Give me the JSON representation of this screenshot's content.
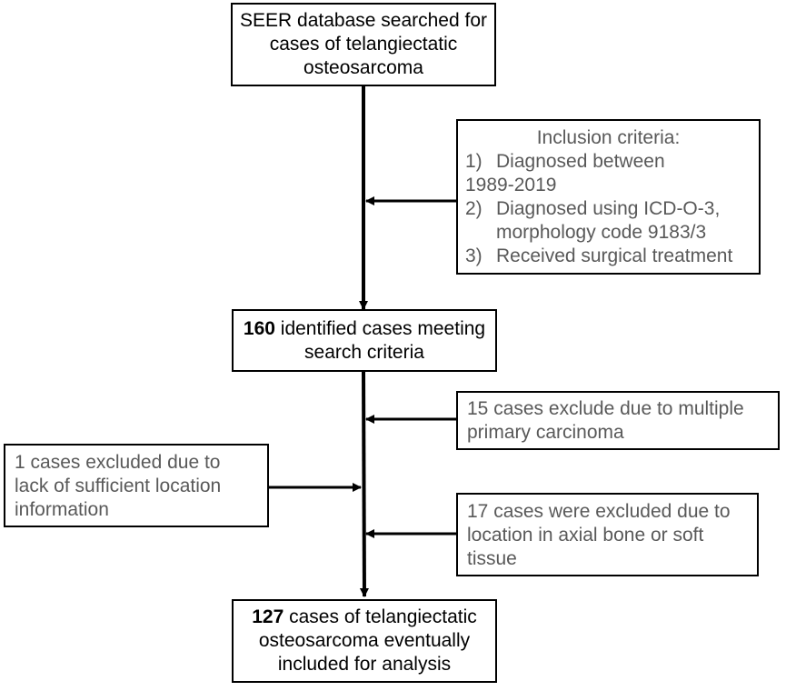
{
  "boxes": {
    "start": {
      "lines": [
        "SEER database searched for",
        "cases of telangiectatic",
        "osteosarcoma"
      ]
    },
    "inclusion": {
      "title": "Inclusion criteria:",
      "items": [
        {
          "num": "1)",
          "line1": "Diagnosed between",
          "line2": "1989-2019"
        },
        {
          "num": "2)",
          "line1": "Diagnosed using ICD-O-3,",
          "line2": "morphology code 9183/3"
        },
        {
          "num": "3)",
          "line1": "Received surgical treatment"
        }
      ]
    },
    "identified": {
      "count": "160",
      "line1_rest": " identified cases meeting",
      "line2": "search criteria"
    },
    "excl_multiple": {
      "lines": [
        "15 cases exclude  due to multiple",
        "primary carcinoma"
      ]
    },
    "excl_location_info": {
      "lines": [
        "1 cases excluded due to",
        "lack of sufficient location",
        "information"
      ]
    },
    "excl_axial": {
      "lines": [
        "17 cases were excluded due to",
        "location in axial bone or soft",
        "tissue"
      ]
    },
    "final": {
      "count": "127",
      "line1_rest": " cases of telangiectatic",
      "line2": "osteosarcoma eventually",
      "line3": "included for analysis"
    }
  },
  "colors": {
    "border": "#000000",
    "gray_text": "#595959"
  }
}
